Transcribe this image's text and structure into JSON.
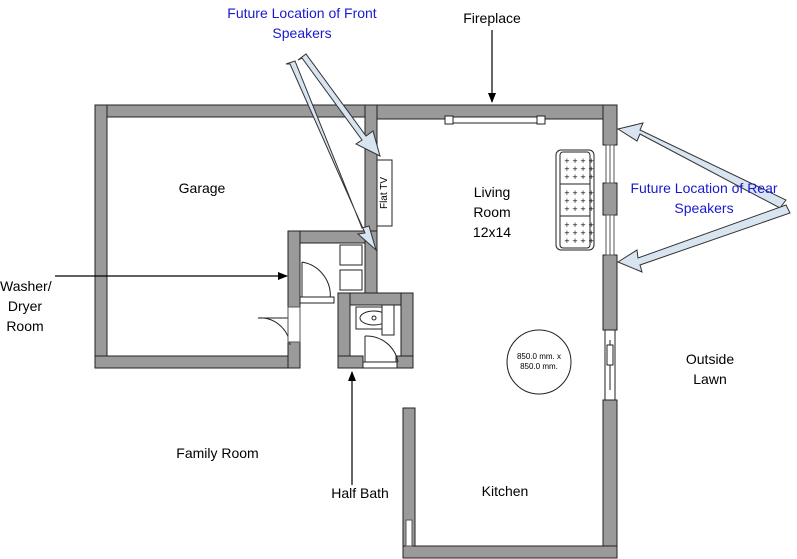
{
  "labels": {
    "front_speakers_line1": "Future Location of Front",
    "front_speakers_line2": "Speakers",
    "fireplace": "Fireplace",
    "garage": "Garage",
    "living_room_line1": "Living",
    "living_room_line2": "Room",
    "living_room_line3": "12x14",
    "flat_tv": "Flat TV",
    "rear_speakers_line1": "Future Location of Rear",
    "rear_speakers_line2": "Speakers",
    "washer_line1": "Washer/",
    "washer_line2": "Dryer",
    "washer_line3": "Room",
    "table_line1": "850.0 mm. x",
    "table_line2": "850.0 mm.",
    "outside_line1": "Outside",
    "outside_line2": "Lawn",
    "family_room": "Family Room",
    "half_bath": "Half Bath",
    "kitchen": "Kitchen"
  },
  "colors": {
    "wall_fill": "#9a9a9a",
    "wall_stroke": "#222222",
    "callout_fill": "#d8e4f0",
    "callout_stroke": "#333333",
    "blue_text": "#1a1acc"
  }
}
